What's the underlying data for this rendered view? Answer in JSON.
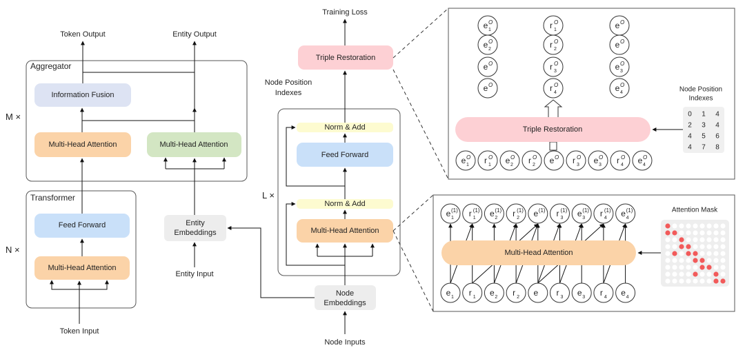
{
  "left": {
    "token_output": "Token Output",
    "entity_output": "Entity Output",
    "aggregator": "Aggregator",
    "information_fusion": "Information Fusion",
    "mha_token": "Multi-Head Attention",
    "mha_entity": "Multi-Head Attention",
    "m_times": "M ×",
    "transformer": "Transformer",
    "feed_forward": "Feed Forward",
    "mha": "Multi-Head Attention",
    "n_times": "N ×",
    "token_input": "Token Input",
    "entity_embeddings": [
      "Entity",
      "Embeddings"
    ],
    "entity_input": "Entity Input"
  },
  "middle": {
    "training_loss": "Training Loss",
    "triple_restoration": "Triple Restoration",
    "node_position_indexes": [
      "Node Position",
      "Indexes"
    ],
    "norm_add_top": "Norm & Add",
    "feed_forward": "Feed Forward",
    "norm_add_bottom": "Norm & Add",
    "mha": "Multi-Head Attention",
    "l_times": "L ×",
    "node_embeddings": [
      "Node",
      "Embeddings"
    ],
    "node_inputs": "Node Inputs"
  },
  "top_right": {
    "columns": [
      [
        [
          "e",
          "1"
        ],
        [
          "e",
          "2"
        ],
        [
          "e",
          ""
        ],
        [
          "e",
          ""
        ]
      ],
      [
        [
          "r",
          "1"
        ],
        [
          "r",
          "2"
        ],
        [
          "r",
          "3"
        ],
        [
          "r",
          "4"
        ]
      ],
      [
        [
          "e",
          ""
        ],
        [
          "e",
          ""
        ],
        [
          "e",
          "3"
        ],
        [
          "e",
          "4"
        ]
      ]
    ],
    "superscript": "O",
    "triple_restoration": "Triple Restoration",
    "node_position_indexes": [
      "Node Position",
      "Indexes"
    ],
    "index_matrix": [
      [
        0,
        1,
        4
      ],
      [
        2,
        3,
        4
      ],
      [
        4,
        5,
        6
      ],
      [
        4,
        7,
        8
      ]
    ],
    "sequence": [
      [
        "e",
        "1"
      ],
      [
        "r",
        "1"
      ],
      [
        "e",
        "2"
      ],
      [
        "r",
        "2"
      ],
      [
        "e",
        ""
      ],
      [
        "r",
        "3"
      ],
      [
        "e",
        "3"
      ],
      [
        "r",
        "4"
      ],
      [
        "e",
        "4"
      ]
    ]
  },
  "bottom_right": {
    "outputs_superscript": "(1)",
    "inputs": [
      [
        "e",
        "1"
      ],
      [
        "r",
        "1"
      ],
      [
        "e",
        "2"
      ],
      [
        "r",
        "2"
      ],
      [
        "e",
        ""
      ],
      [
        "r",
        "3"
      ],
      [
        "e",
        "3"
      ],
      [
        "r",
        "4"
      ],
      [
        "e",
        "4"
      ]
    ],
    "mha": "Multi-Head Attention",
    "attention_mask_label": "Attention Mask",
    "attention_mask": [
      [
        1,
        0,
        0,
        0,
        0,
        0,
        0,
        0,
        0
      ],
      [
        1,
        1,
        0,
        0,
        0,
        0,
        0,
        0,
        0
      ],
      [
        0,
        0,
        1,
        0,
        0,
        0,
        0,
        0,
        0
      ],
      [
        0,
        0,
        1,
        1,
        0,
        0,
        0,
        0,
        0
      ],
      [
        0,
        1,
        0,
        1,
        1,
        0,
        0,
        0,
        0
      ],
      [
        0,
        0,
        0,
        0,
        1,
        1,
        0,
        0,
        0
      ],
      [
        0,
        0,
        0,
        0,
        0,
        1,
        1,
        0,
        0
      ],
      [
        0,
        0,
        0,
        0,
        1,
        0,
        0,
        1,
        0
      ],
      [
        0,
        0,
        0,
        0,
        0,
        0,
        0,
        1,
        1
      ]
    ]
  },
  "colors": {
    "orange": "#fbd3a8",
    "blue": "#c9e0f9",
    "green": "#d3e6c3",
    "lavender": "#dde3f3",
    "pink": "#fdd0d4",
    "yellow": "#fdfbd0",
    "gray": "#ededed",
    "mask_on": "#f25a5a",
    "mask_off": "#ffffff"
  }
}
